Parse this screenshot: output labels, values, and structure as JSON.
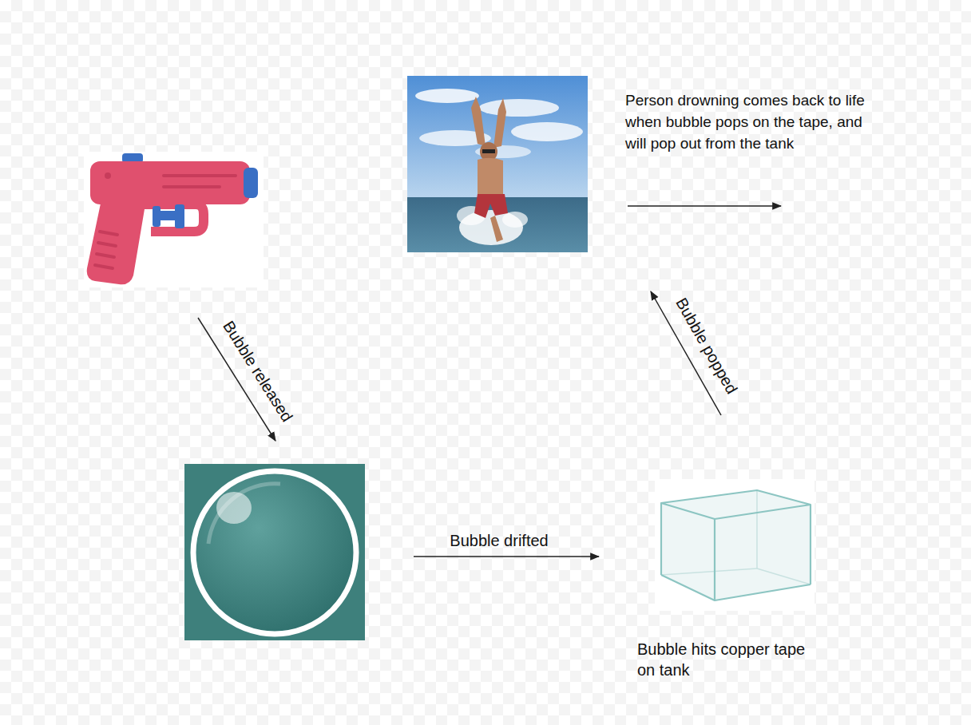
{
  "diagram": {
    "nodes": [
      {
        "text": []
      },
      {
        "text": []
      },
      {
        "text": []
      },
      {
        "text": [
          "Bubble hits copper tape on tank"
        ]
      }
    ],
    "edges": [
      {
        "from": 0,
        "to": 2,
        "arrow": "to",
        "label": "Bubble released"
      },
      {
        "from": 2,
        "to": 3,
        "arrow": "to",
        "label": "Bubble drifted"
      },
      {
        "from": 3,
        "to": 1,
        "arrow": "to",
        "label": "Bubble popped"
      }
    ],
    "labels": [
      "Person drowning comes back to life when bubble pops on the tape, and will pop out from the tank"
    ]
  }
}
